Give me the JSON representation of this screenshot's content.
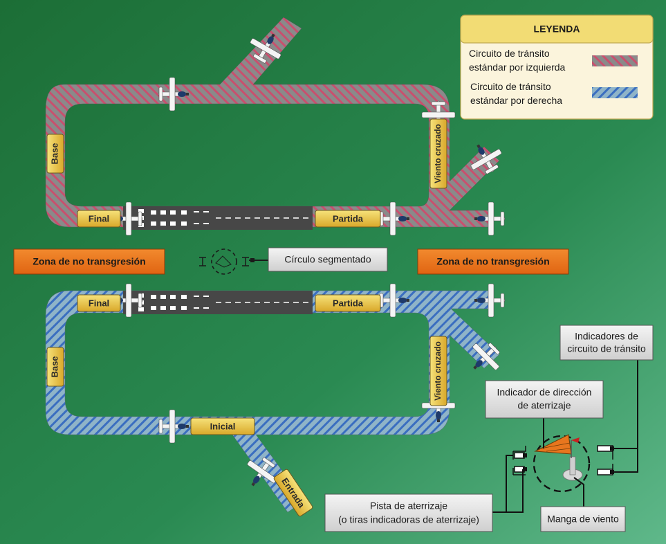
{
  "legend": {
    "title": "LEYENDA",
    "left_line1": "Circuito de tránsito",
    "left_line2": "estándar por izquierda",
    "right_line1": "Circuito de tránsito",
    "right_line2": "estándar por derecha"
  },
  "top_circuit": {
    "base": "Base",
    "final": "Final",
    "partida": "Partida",
    "viento_cruzado": "Viento cruzado"
  },
  "bottom_circuit": {
    "base": "Base",
    "final": "Final",
    "partida": "Partida",
    "viento_cruzado": "Viento cruzado",
    "inicial": "Inicial",
    "entrada": "Entrada"
  },
  "zones": {
    "left": "Zona de no transgresión",
    "right": "Zona de no transgresión"
  },
  "callouts": {
    "circulo": "Círculo segmentado",
    "indicadores_line1": "Indicadores de",
    "indicadores_line2": "circuito de tránsito",
    "direccion_line1": "Indicador de dirección",
    "direccion_line2": "de aterrizaje",
    "pista_line1": "Pista de aterrizaje",
    "pista_line2": "(o tiras indicadoras de aterrizaje)",
    "manga": "Manga de viento"
  },
  "colors": {
    "bg_top": "#1f7a3e",
    "bg_bottom": "#2f9a60",
    "left_hatch": "#c8506e",
    "right_hatch": "#3a78c8",
    "zone": "#e8721e",
    "label_gold": "#e8c84a",
    "runway": "#4a4a4a",
    "legend_head": "#f2dc74",
    "legend_body": "#fbf4dc"
  },
  "icons": [
    "airplane-icon",
    "segmented-circle-icon",
    "windsock-icon",
    "tetrahedron-icon"
  ]
}
